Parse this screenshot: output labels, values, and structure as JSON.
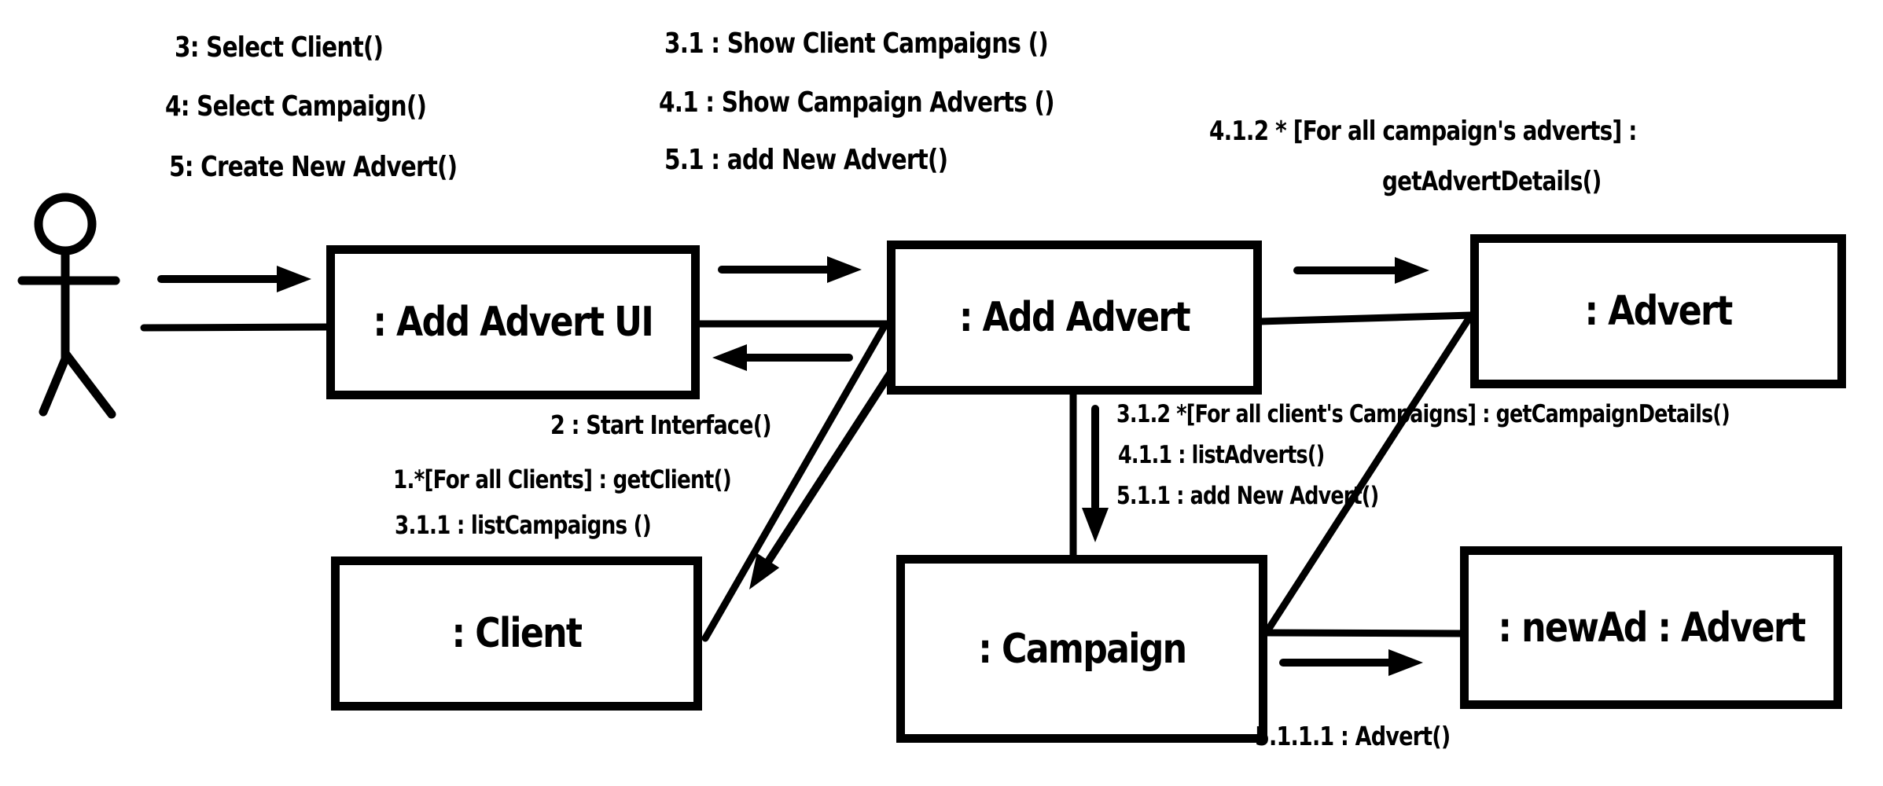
{
  "colors": {
    "ink": "#000000",
    "background": "#ffffff"
  },
  "icons": {
    "actor": "stick-figure-actor"
  },
  "objects": {
    "add_advert_ui": ": Add Advert UI",
    "add_advert": ": Add Advert",
    "advert": ": Advert",
    "client": ": Client",
    "campaign": ": Campaign",
    "new_ad": ": newAd : Advert"
  },
  "messages": {
    "actor_to_ui": [
      "3:  Select Client()",
      "4:  Select Campaign()",
      "5:  Create New Advert()"
    ],
    "ui_to_add_advert": [
      "3.1 :  Show Client Campaigns ()",
      "4.1 :  Show Campaign Adverts ()",
      "5.1 :  add New Advert()"
    ],
    "add_advert_to_advert": [
      "4.1.2  * [For all  campaign's  adverts] :",
      "getAdvertDetails()"
    ],
    "add_advert_to_ui": "2 :  Start Interface()",
    "add_advert_to_client": [
      "1.*[For all  Clients] :  getClient()",
      "3.1.1 :  listCampaigns ()"
    ],
    "add_advert_to_campaign": [
      "3.1.2  *[For  all  client's  Campaigns] :  getCampaignDetails()",
      "4.1.1  :  listAdverts()",
      "5.1.1  :   add New Advert()"
    ],
    "campaign_to_new_ad": "5.1.1.1 :  Advert()"
  },
  "links": [
    {
      "from": "actor",
      "to": "add_advert_ui"
    },
    {
      "from": "add_advert_ui",
      "to": "add_advert"
    },
    {
      "from": "add_advert",
      "to": "advert"
    },
    {
      "from": "add_advert",
      "to": "client"
    },
    {
      "from": "add_advert",
      "to": "campaign"
    },
    {
      "from": "campaign",
      "to": "advert"
    },
    {
      "from": "campaign",
      "to": "new_ad"
    }
  ]
}
